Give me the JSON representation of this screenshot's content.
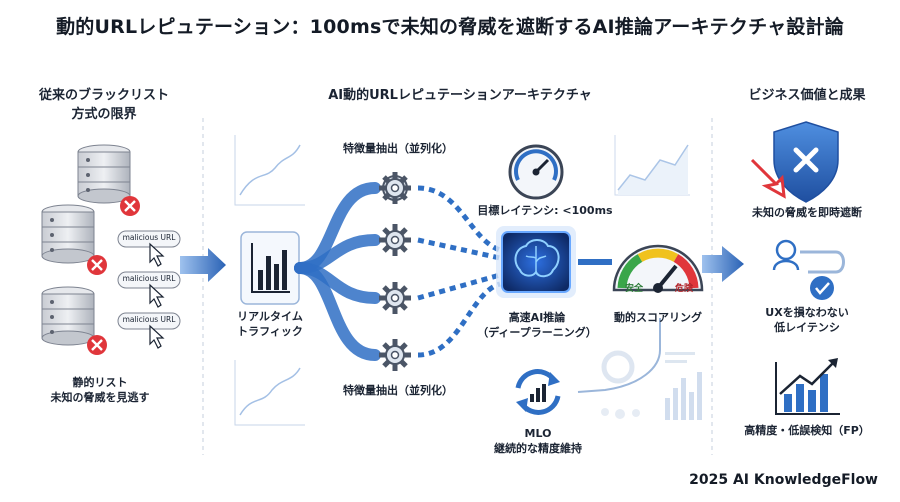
{
  "header": {
    "title": "動的URLレピュテーション：100msで未知の脅威を遮断するAI推論アーキテクチャ設計論"
  },
  "left_section": {
    "heading_line1": "従来のブラックリスト",
    "heading_line2": "方式の限界",
    "url_tags": [
      "malicious URL",
      "malicious URL",
      "malicious URL"
    ],
    "caption_line1": "静的リスト",
    "caption_line2": "未知の脅威を見逃す"
  },
  "center_section": {
    "heading": "AI動的URLレピュテーションアーキテクチャ",
    "traffic_line1": "リアルタイム",
    "traffic_line2": "トラフィック",
    "feature_top": "特徴量抽出（並列化）",
    "feature_bottom": "特徴量抽出（並列化）",
    "latency_label": "目標レイテンシ: <100ms",
    "inference_line1": "高速AI推論",
    "inference_line2": "（ディープラーニング）",
    "gauge_safe": "安全",
    "gauge_danger": "危険",
    "scoring_label": "動的スコアリング",
    "mlo_line1": "MLO",
    "mlo_line2": "継続的な精度維持"
  },
  "right_section": {
    "heading": "ビジネス価値と成果",
    "value1": "未知の脅威を即時遮断",
    "value2_line1": "UXを損なわない",
    "value2_line2": "低レイテンシ",
    "value3": "高精度・低誤検知（FP）"
  },
  "footer": {
    "brand": "2025 AI KnowledgeFlow"
  },
  "colors": {
    "primary_blue": "#2f6fc4",
    "light_blue": "#8fb8ea",
    "danger_red": "#e0363b",
    "safe_green": "#3aa64a",
    "gauge_yellow": "#f0c21e"
  },
  "icons": [
    "database-icon",
    "error-x-icon",
    "cursor-icon",
    "bar-chart-icon",
    "gear-icon",
    "gauge-icon",
    "brain-chip-icon",
    "cycle-icon",
    "shield-icon",
    "route-check-icon",
    "growth-chart-icon"
  ]
}
